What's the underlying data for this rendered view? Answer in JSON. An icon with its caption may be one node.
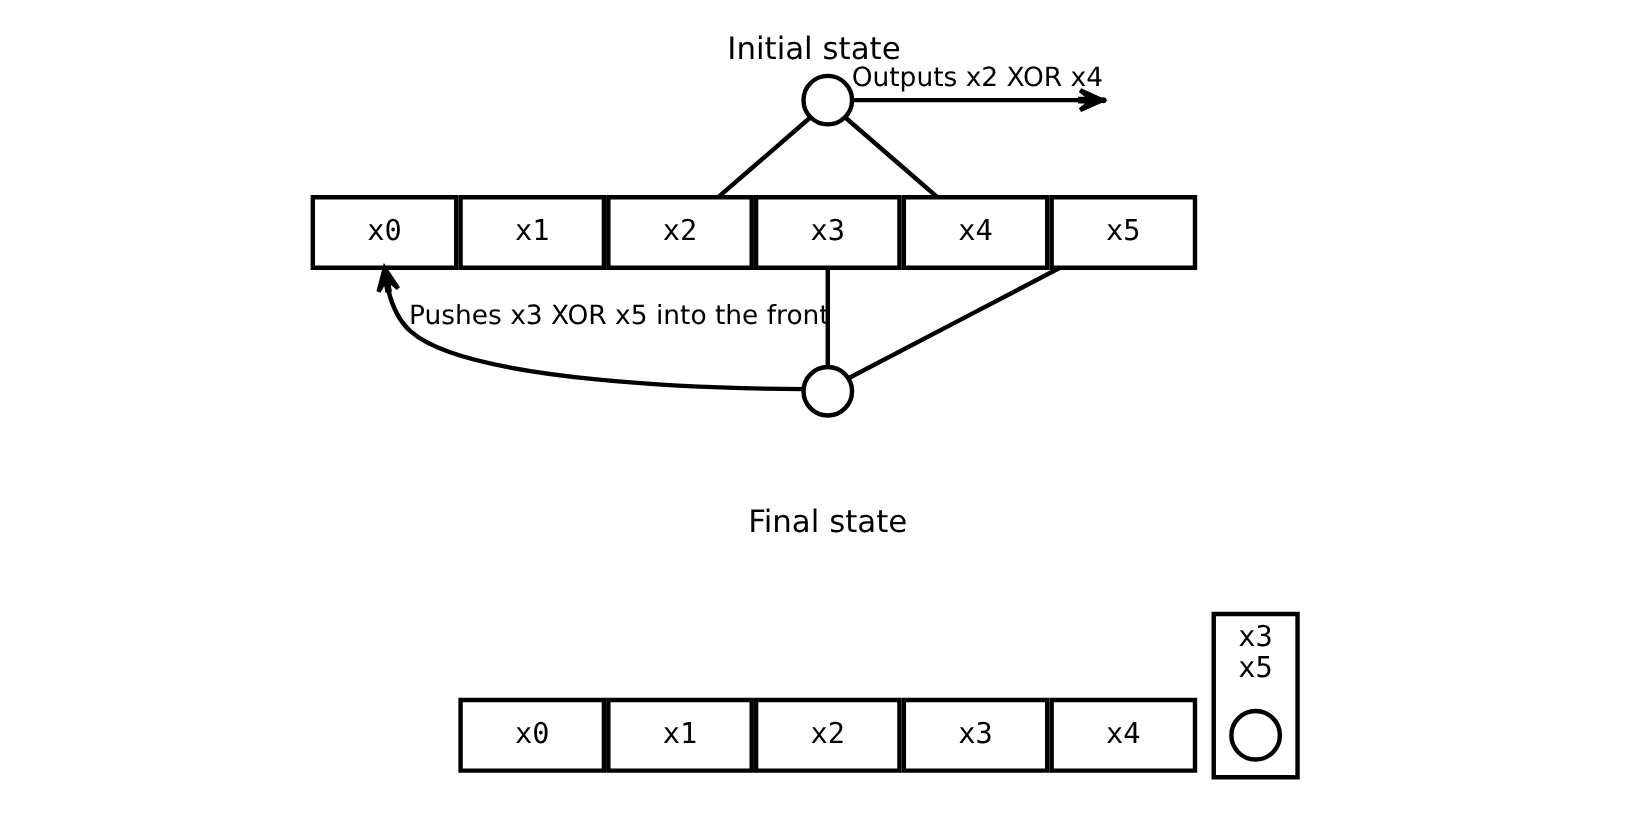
{
  "diagram": {
    "title": "Initial state",
    "nodes": [
      {
        "text": [
          "x0"
        ]
      },
      {
        "text": [
          "x1"
        ]
      },
      {
        "text": [
          "x2"
        ]
      },
      {
        "text": [
          "x3"
        ]
      },
      {
        "text": [
          "x4"
        ]
      },
      {
        "text": [
          "x5"
        ]
      },
      {
        "text": [],
        "shape": "circle"
      },
      {
        "text": [],
        "shape": "circle"
      },
      {
        "text": [
          "x3",
          "x5"
        ]
      },
      {
        "text": [],
        "shape": "circle",
        "in": 8
      },
      {
        "text": [
          "x0"
        ]
      },
      {
        "text": [
          "x1"
        ]
      },
      {
        "text": [
          "x2"
        ]
      },
      {
        "text": [
          "x3"
        ]
      },
      {
        "text": [
          "x4"
        ]
      }
    ],
    "edges": [
      {
        "from": 2,
        "to": 6,
        "arrow": "none"
      },
      {
        "from": 4,
        "to": 6,
        "arrow": "none"
      },
      {
        "from": 6,
        "to": null,
        "arrow": "to",
        "label": "Outputs x2 XOR x4"
      },
      {
        "from": 3,
        "to": 7,
        "arrow": "none"
      },
      {
        "from": 5,
        "to": 7,
        "arrow": "none"
      },
      {
        "from": 7,
        "to": 0,
        "arrow": "to",
        "label": "Pushes x3 XOR x5 into the front"
      }
    ],
    "labels": [
      "Final state"
    ]
  }
}
